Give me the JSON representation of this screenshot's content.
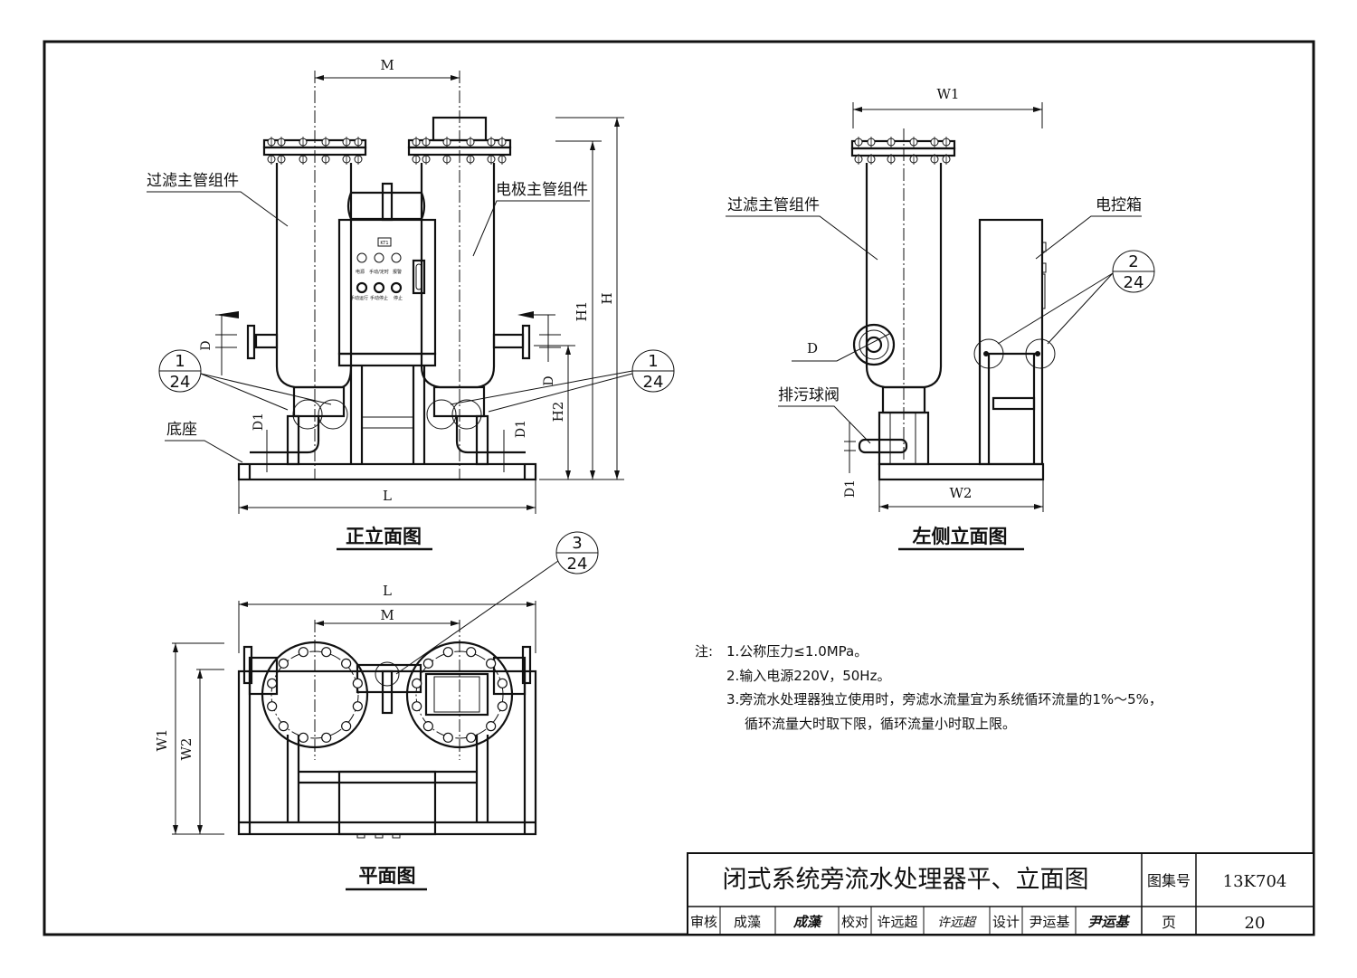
{
  "title_block": {
    "drawing_title": "闭式系统旁流水处理器平、立面图",
    "atlas_label": "图集号",
    "atlas_number": "13K704",
    "page_label": "页",
    "page_number": "20",
    "review_label": "审核",
    "reviewer": "成藻",
    "reviewer_signature": "成藻",
    "check_label": "校对",
    "checker": "许远超",
    "checker_signature": "许远超",
    "design_label": "设计",
    "designer": "尹运基",
    "designer_signature": "尹运基"
  },
  "views": {
    "front": {
      "caption": "正立面图",
      "label_filter": "过滤主管组件",
      "label_electrode": "电极主管组件",
      "label_base": "底座",
      "dim_M": "M",
      "dim_L": "L",
      "dim_H": "H",
      "dim_H1": "H1",
      "dim_H2": "H2",
      "dim_D": "D",
      "dim_D1": "D1",
      "detail_ref": {
        "num": "1",
        "sheet": "24"
      },
      "panel": {
        "tag": "KT1",
        "row1": [
          "电源",
          "手动/定时",
          "报警"
        ],
        "row2": [
          "手动运行",
          "手动停止",
          "停止"
        ]
      }
    },
    "side": {
      "caption": "左侧立面图",
      "label_filter": "过滤主管组件",
      "label_box": "电控箱",
      "label_valve": "排污球阀",
      "dim_W1": "W1",
      "dim_W2": "W2",
      "dim_D": "D",
      "dim_D1": "D1",
      "detail_ref": {
        "num": "2",
        "sheet": "24"
      }
    },
    "plan": {
      "caption": "平面图",
      "dim_L": "L",
      "dim_M": "M",
      "dim_W1": "W1",
      "dim_W2": "W2",
      "detail_ref": {
        "num": "3",
        "sheet": "24"
      }
    }
  },
  "notes": {
    "prefix": "注:",
    "items": [
      "1.公称压力≤1.0MPa。",
      "2.输入电源220V，50Hz。",
      "3.旁流水处理器独立使用时，旁滤水流量宜为系统循环流量的1%～5%，",
      "循环流量大时取下限，循环流量小时取上限。"
    ]
  }
}
